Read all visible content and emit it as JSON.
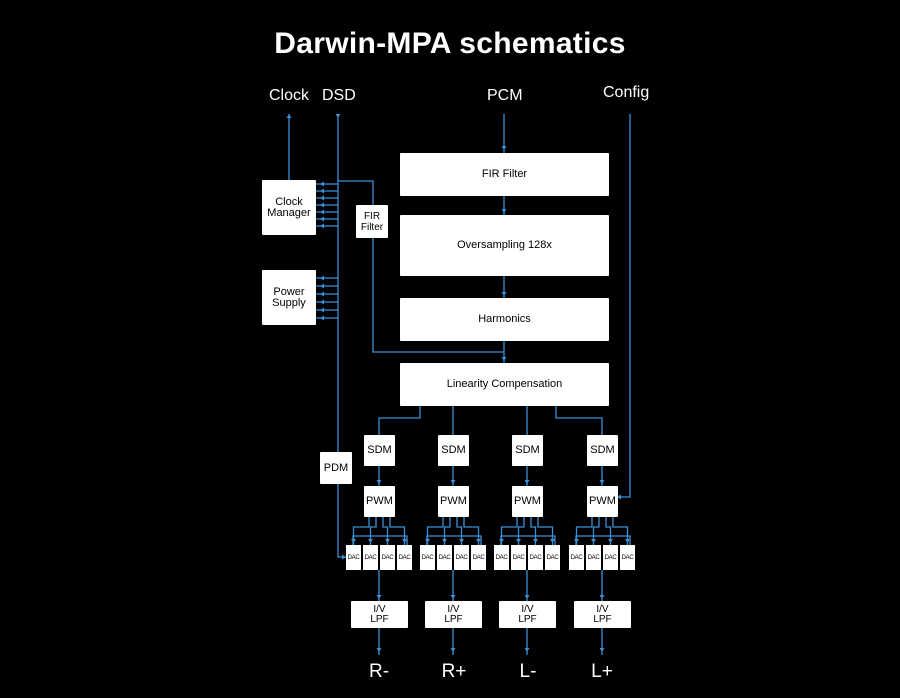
{
  "title": "Darwin-MPA schematics",
  "inputs": {
    "clock": "Clock",
    "dsd": "DSD",
    "pcm": "PCM",
    "config": "Config"
  },
  "blocks": {
    "clock_manager": "Clock\nManager",
    "power_supply": "Power\nSupply",
    "fir_small": "FIR\nFilter",
    "fir_filter": "FIR Filter",
    "oversampling": "Oversampling 128x",
    "harmonics": "Harmonics",
    "linearity": "Linearity Compensation",
    "pdm": "PDM",
    "sdm": "SDM",
    "pwm": "PWM",
    "dac": "DAC",
    "iv_lpf": "I/V\nLPF"
  },
  "outputs": [
    "R-",
    "R+",
    "L-",
    "L+"
  ],
  "colors": {
    "background": "#000000",
    "block": "#ffffff",
    "wire": "#3a8fd6"
  }
}
